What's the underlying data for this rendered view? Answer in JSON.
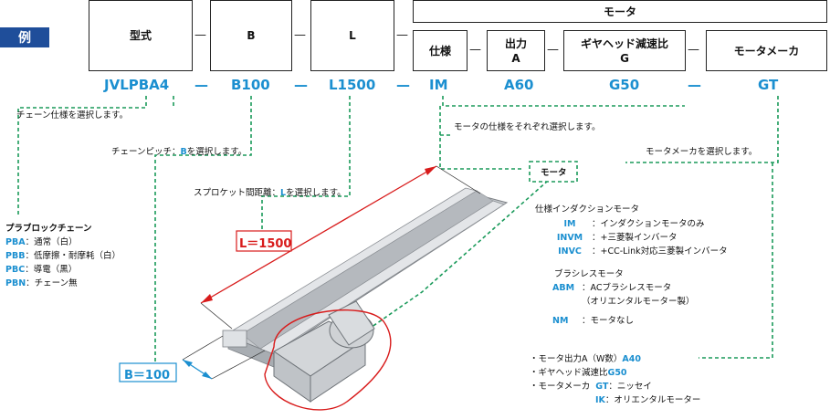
{
  "example_label": "例",
  "dash": "—",
  "motor_group": "モータ",
  "header": {
    "model": "型式",
    "b": "B",
    "l": "L",
    "spec": "仕様",
    "output_line1": "出力",
    "output_line2": "A",
    "gear_line1": "ギヤヘッド減速比",
    "gear_line2": "G",
    "maker": "モータメーカ"
  },
  "codes": {
    "model": "JVLPBA4",
    "b": "B100",
    "l": "L1500",
    "spec": "IM",
    "output": "A60",
    "gear": "G50",
    "maker": "GT"
  },
  "notes": {
    "chain": "チェーン仕様を選択します。",
    "pitch_prefix": "チェーンピッチ：",
    "pitch_key": "B",
    "pitch_suffix": "を選択します。",
    "sprocket_prefix": "スプロケット間距離：",
    "sprocket_key": "L",
    "sprocket_suffix": "を選択します。",
    "motor_spec": "モータの仕様をそれぞれ選択します。",
    "maker": "モータメーカを選択します。",
    "motor_tag": "モータ"
  },
  "chain_list": {
    "title": "プラブロックチェーン",
    "items": [
      {
        "code": "PBA",
        "desc": "：通常（白）"
      },
      {
        "code": "PBB",
        "desc": "：低摩擦・耐摩耗（白）"
      },
      {
        "code": "PBC",
        "desc": "：導電（黒）"
      },
      {
        "code": "PBN",
        "desc": "：チェーン無"
      }
    ]
  },
  "spec_induction": {
    "title": "仕様インダクションモータ",
    "items": [
      {
        "code": "IM",
        "desc": "：インダクションモータのみ"
      },
      {
        "code": "INVM",
        "desc": "：+三菱製インバータ"
      },
      {
        "code": "INVC",
        "desc": "：+CC-Link対応三菱製インバータ"
      }
    ]
  },
  "spec_brushless": {
    "title": "ブラシレスモータ",
    "items": [
      {
        "code": "ABM",
        "desc": "：ACブラシレスモータ"
      },
      {
        "code": "",
        "desc": "（オリエンタルモーター製）"
      },
      {
        "code": "NM",
        "desc": "：モータなし"
      }
    ]
  },
  "motor_info": [
    {
      "label": "・モータ出力A（W数）",
      "value": "A40"
    },
    {
      "label": "・ギヤヘッド減速比",
      "value": "G50"
    },
    {
      "label": "・モータメーカ",
      "value": "GT",
      "desc": "：ニッセイ"
    },
    {
      "label": "",
      "value": "IK",
      "desc": "：オリエンタルモーター"
    }
  ],
  "dims": {
    "l": "L＝1500",
    "b": "B＝100"
  },
  "colors": {
    "accent_blue": "#1b8fd0",
    "badge_blue": "#1f4e9a",
    "leader_green": "#1a9a5a",
    "dim_red": "#d81b1b"
  }
}
